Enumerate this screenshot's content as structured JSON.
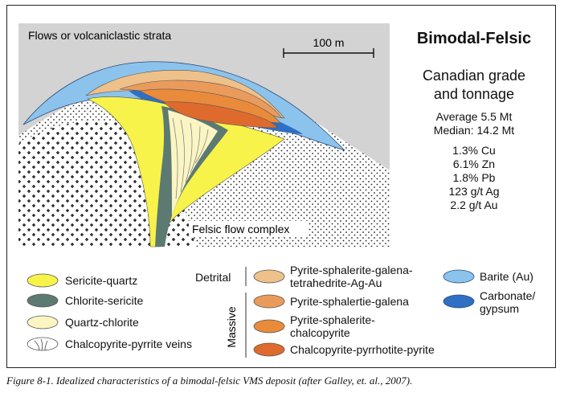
{
  "diagram": {
    "strata_label": "Flows or volcaniclastic strata",
    "scale_label": "100 m",
    "felsic_label": "Felsic flow complex",
    "colors": {
      "strata": "#d3d3d3",
      "felsic": "#ffffff",
      "sericite_quartz": "#f7f34a",
      "chlorite_sericite": "#5c7a72",
      "quartz_chlorite": "#fbf5c4",
      "detrital": "#eec08a",
      "py_sp_gn": "#ea9b5c",
      "py_sp_cp": "#e98b3a",
      "cp_po_py": "#df6a2e",
      "barite": "#8cc3ec",
      "carbonate": "#2f6fc4"
    }
  },
  "side": {
    "title": "Bimodal-Felsic",
    "subtitle_lines": [
      "Canadian grade",
      "and tonnage"
    ],
    "average": "Average 5.5 Mt",
    "median": "Median: 14.2 Mt",
    "grades": [
      "1.3% Cu",
      "6.1% Zn",
      "1.8% Pb",
      "123 g/t Ag",
      "2.2 g/t Au"
    ]
  },
  "legend": {
    "left": [
      {
        "label": "Sericite-quartz",
        "icon": "sericite-quartz-swatch"
      },
      {
        "label": "Chlorite-sericite",
        "icon": "chlorite-sericite-swatch"
      },
      {
        "label": "Quartz-chlorite",
        "icon": "quartz-chlorite-swatch"
      },
      {
        "label": "Chalcopyrite-pyrrite veins",
        "icon": "veins-icon"
      }
    ],
    "detrital_label": "Detrital",
    "massive_label": "Massive",
    "middle": [
      {
        "lines": [
          "Pyrite-sphalerite-galena-",
          "tetrahedrite-Ag-Au"
        ]
      },
      {
        "lines": [
          "Pyrite-sphalertie-galena"
        ]
      },
      {
        "lines": [
          "Pyrite-sphalerite-",
          "chalcopyrite"
        ]
      },
      {
        "lines": [
          "Chalcopyrite-pyrrhotite-pyrite"
        ]
      }
    ],
    "right": [
      {
        "lines": [
          "Barite (Au)"
        ]
      },
      {
        "lines": [
          "Carbonate/",
          "gypsum"
        ]
      }
    ]
  },
  "caption": "Figure 8-1.  Idealized characteristics of a bimodal-felsic VMS deposit (after Galley, et. al., 2007)."
}
